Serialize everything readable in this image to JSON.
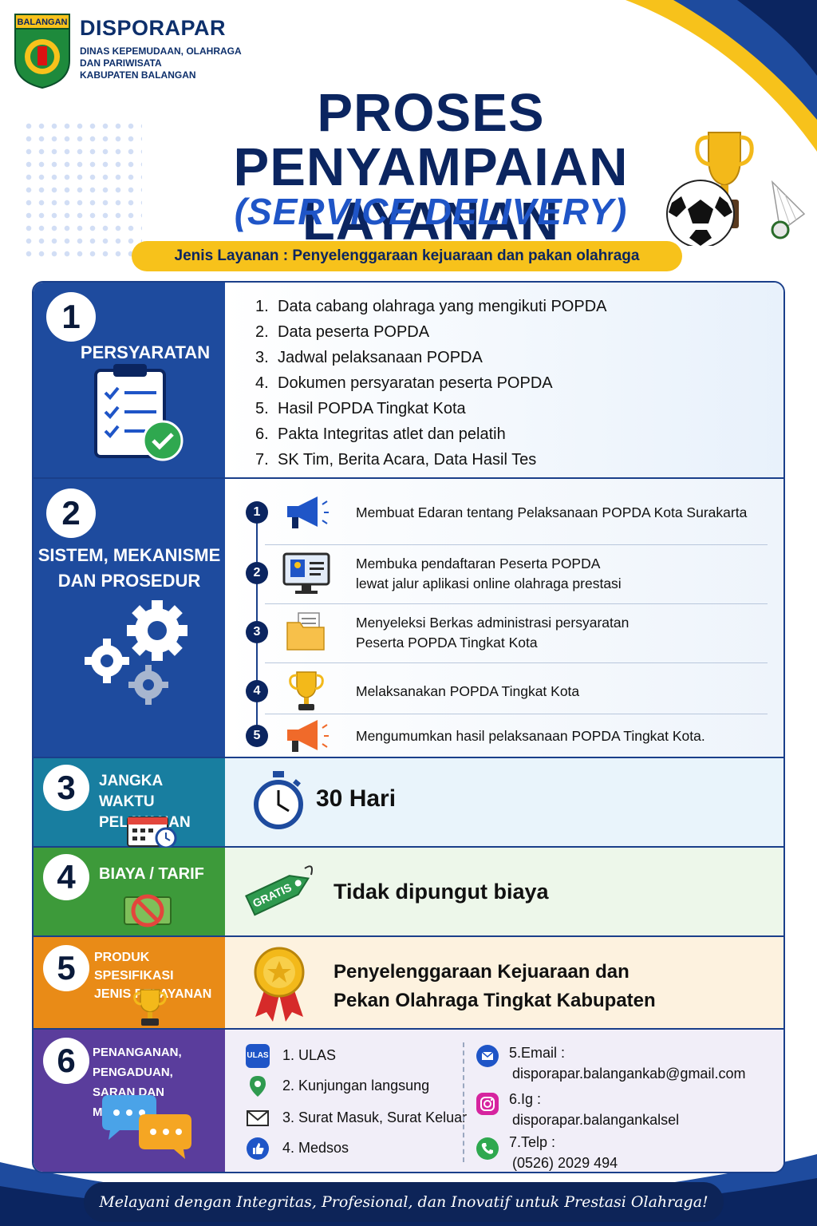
{
  "header": {
    "logo_text": "BALANGAN",
    "org_title": "DISPORAPAR",
    "org_sub_lines": [
      "DINAS KEPEMUDAAN, OLAHRAGA",
      "DAN PARIWISATA",
      "KABUPATEN BALANGAN"
    ],
    "title_line1": "PROSES PENYAMPAIAN",
    "title_line2": "LAYANAN",
    "subtitle": "(SERVICE DELIVERY)",
    "jenis_layanan": "Jenis Layanan : Penyelenggaraan kejuaraan dan pakan olahraga"
  },
  "sections": {
    "s1": {
      "number": "1",
      "label": "PERSYARATAN",
      "items": [
        {
          "n": "1.",
          "text": "Data cabang olahraga yang mengikuti POPDA"
        },
        {
          "n": "2.",
          "text": "Data peserta POPDA"
        },
        {
          "n": "3.",
          "text": "Jadwal pelaksanaan POPDA"
        },
        {
          "n": "4.",
          "text": "Dokumen persyaratan peserta POPDA"
        },
        {
          "n": "5.",
          "text": "Hasil POPDA Tingkat Kota"
        },
        {
          "n": "6.",
          "text": "Pakta Integritas atlet dan pelatih"
        },
        {
          "n": "7.",
          "text": "SK Tim, Berita Acara, Data Hasil Tes"
        }
      ]
    },
    "s2": {
      "number": "2",
      "label_line1": "SISTEM, MEKANISME",
      "label_line2": "DAN PROSEDUR",
      "steps": [
        {
          "n": "1",
          "line1": "Membuat Edaran tentang Pelaksanaan POPDA Kota Surakarta",
          "line2": ""
        },
        {
          "n": "2",
          "line1": "Membuka pendaftaran Peserta POPDA",
          "line2": "lewat jalur aplikasi online olahraga prestasi"
        },
        {
          "n": "3",
          "line1": "Menyeleksi Berkas administrasi persyaratan",
          "line2": "Peserta POPDA Tingkat Kota"
        },
        {
          "n": "4",
          "line1": "Melaksanakan POPDA Tingkat Kota",
          "line2": ""
        },
        {
          "n": "5",
          "line1": "Mengumumkan hasil pelaksanaan POPDA Tingkat Kota.",
          "line2": ""
        }
      ]
    },
    "s3": {
      "number": "3",
      "label_line1": "JANGKA WAKTU",
      "label_line2": "PELAYANAN",
      "value": "30 Hari"
    },
    "s4": {
      "number": "4",
      "label": "BIAYA / TARIF",
      "tag": "GRATIS",
      "value": "Tidak dipungut biaya"
    },
    "s5": {
      "number": "5",
      "label_line1": "PRODUK SPESIFIKASI",
      "label_line2": "JENIS PELAYANAN",
      "value_line1": "Penyelenggaraan Kejuaraan dan",
      "value_line2": "Pekan Olahraga Tingkat Kabupaten"
    },
    "s6": {
      "number": "6",
      "label_line1": "PENANGANAN, PENGADUAN,",
      "label_line2": "SARAN DAN MASUKAN",
      "ulas_badge": "ULAS",
      "channels": [
        "1. ULAS",
        "2. Kunjungan langsung",
        "3. Surat Masuk, Surat Keluar",
        "4. Medsos"
      ],
      "email_label": "5.Email :",
      "email_value": "disporapar.balangankab@gmail.com",
      "ig_label": "6.Ig :",
      "ig_value": "disporapar.balangankalsel",
      "telp_label": "7.Telp :",
      "telp_value": "(0526) 2029 494"
    }
  },
  "footer": {
    "motto": "Melayani dengan Integritas, Profesional, dan Inovatif untuk Prestasi Olahraga!"
  },
  "icons": [
    "shield-logo-icon",
    "trophy-icon",
    "soccer-ball-icon",
    "shuttlecock-icon",
    "clipboard-check-icon",
    "gears-icon",
    "megaphone-icon",
    "monitor-user-icon",
    "folder-icon",
    "stopwatch-icon",
    "calendar-clock-icon",
    "no-money-icon",
    "price-tag-icon",
    "medal-icon",
    "chat-bubbles-icon",
    "location-pin-icon",
    "envelope-icon",
    "thumbs-up-icon",
    "mail-icon",
    "instagram-icon",
    "phone-icon"
  ],
  "colors": {
    "navy": "#0b2560",
    "blue": "#1e4b9e",
    "teal": "#187ea0",
    "green": "#3d9a3a",
    "orange": "#e98b17",
    "purple": "#5a3d9c",
    "yellow": "#f7c21b",
    "accent_blue": "#1f55c7"
  }
}
